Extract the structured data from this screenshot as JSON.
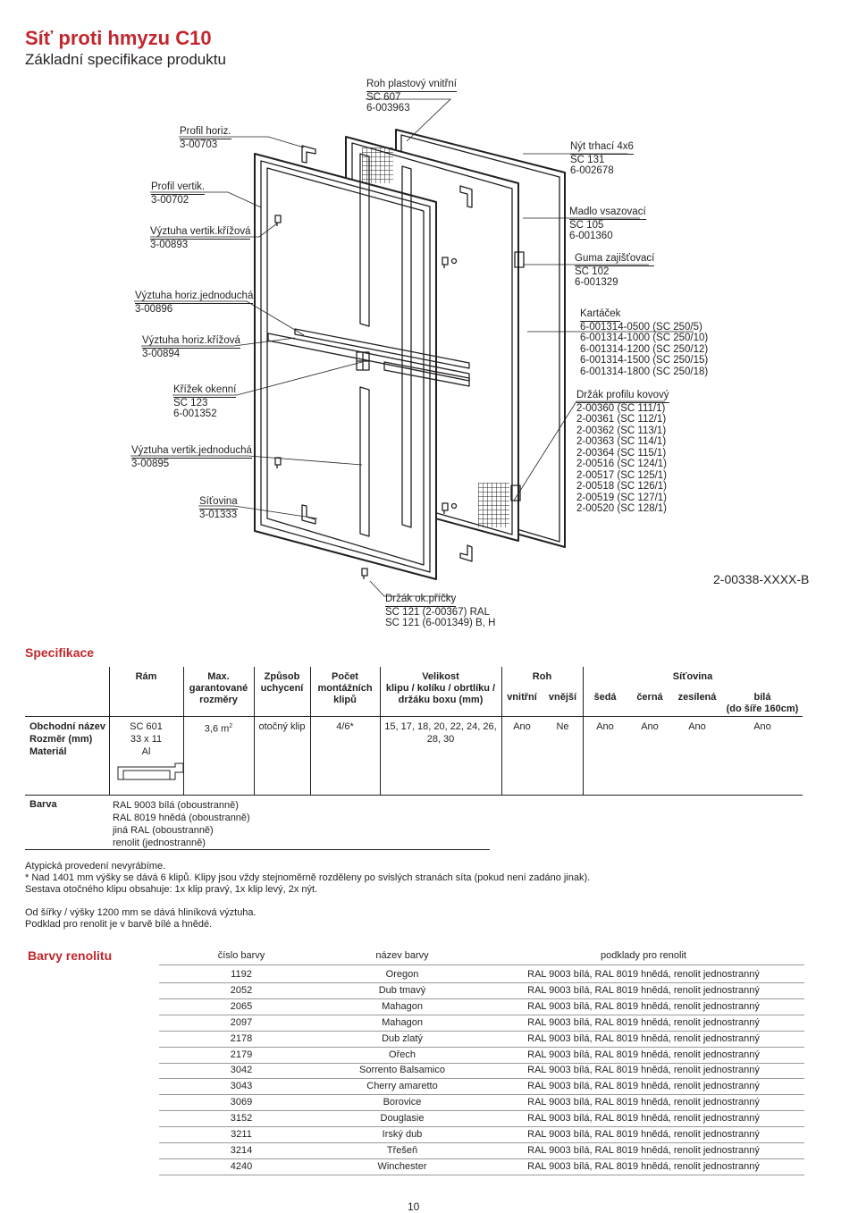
{
  "title": "Síť proti hmyzu C10",
  "subtitle": "Základní specifikace produktu",
  "diagram": {
    "callouts": [
      {
        "lines": [
          "Roh plastový vnitřní",
          "SC 607",
          "6-003963"
        ]
      },
      {
        "lines": [
          "Profil  horiz.",
          "3-00703"
        ]
      },
      {
        "lines": [
          "Profil vertik.",
          "3-00702"
        ]
      },
      {
        "lines": [
          "Výztuha vertik.křížová",
          "3-00893"
        ]
      },
      {
        "lines": [
          "Výztuha horiz.jednoduchá",
          "3-00896"
        ]
      },
      {
        "lines": [
          "Výztuha horiz.křížová",
          "3-00894"
        ]
      },
      {
        "lines": [
          "Křížek okenní",
          "SC 123",
          "6-001352"
        ]
      },
      {
        "lines": [
          "Výztuha vertik.jednoduchá",
          "3-00895"
        ]
      },
      {
        "lines": [
          "Síťovina",
          "3-01333"
        ]
      },
      {
        "lines": [
          "Nýt trhací 4x6",
          "SC 131",
          "6-002678"
        ]
      },
      {
        "lines": [
          "Madlo vsazovací",
          "SC 105",
          "6-001360"
        ]
      },
      {
        "lines": [
          "Guma zajišťovací",
          "SC 102",
          "6-001329"
        ]
      },
      {
        "lines": [
          "Kartáček",
          "6-001314-0500 (SC 250/5)",
          "6-001314-1000 (SC 250/10)",
          "6-001314-1200 (SC 250/12)",
          "6-001314-1500 (SC 250/15)",
          "6-001314-1800 (SC 250/18)"
        ]
      },
      {
        "lines": [
          "Držák profilu kovový",
          "2-00360 (SC 111/1)",
          "2-00361 (SC 112/1)",
          "2-00362 (SC 113/1)",
          "2-00363 (SC 114/1)",
          "2-00364 (SC 115/1)",
          "2-00516 (SC 124/1)",
          "2-00517 (SC 125/1)",
          "2-00518 (SC 126/1)",
          "2-00519 (SC 127/1)",
          "2-00520 (SC 128/1)"
        ]
      },
      {
        "lines": [
          "Držák ok.příčky",
          "SC 121 (2-00367) RAL",
          "SC 121 (6-001349) B, H"
        ]
      }
    ],
    "part_number": "2-00338-XXXX-B"
  },
  "spec": {
    "section_title": "Specifikace",
    "headers": {
      "ram": "Rám",
      "max": [
        "Max.",
        "garantované",
        "rozměry"
      ],
      "zpusob": [
        "Způsob",
        "uchycení"
      ],
      "pocet": [
        "Počet",
        "montážních",
        "klipů"
      ],
      "velikost": [
        "Velikost",
        "klipu / kolíku / obrtlíku /",
        "držáku boxu (mm)"
      ],
      "roh": "Roh",
      "roh_vnitrni": "vnitřní",
      "roh_vnejsi": "vnější",
      "sitovina": "Síťovina",
      "sit_seda": "šedá",
      "sit_cerna": "černá",
      "sit_zesilena": "zesílená",
      "sit_bila": [
        "bílá",
        "(do šíře 160cm)"
      ]
    },
    "row_labels": [
      "Obchodní název",
      "Rozměr (mm)",
      "Materiál"
    ],
    "ram_values": [
      "SC 601",
      "33 x 11",
      "Al"
    ],
    "max_value": "3,6 m",
    "max_sup": "2",
    "zpusob_value": "otočný klip",
    "pocet_value": "4/6*",
    "velikost_value": [
      "15, 17, 18, 20, 22, 24, 26,",
      "28, 30"
    ],
    "roh_values": [
      "Ano",
      "Ne"
    ],
    "sit_values": [
      "Ano",
      "Ano",
      "Ano",
      "Ano"
    ]
  },
  "barva": {
    "label": "Barva",
    "lines": [
      "RAL 9003 bílá (oboustranně)",
      "RAL 8019 hnědá (oboustranně)",
      "jiná RAL (oboustranně)",
      "renolit (jednostranně)"
    ]
  },
  "notes": [
    "Atypická provedení nevyrábíme.",
    "* Nad 1401 mm výšky se dává 6 klipů. Klipy jsou vždy stejnoměrně rozděleny po svislých stranách síta (pokud není zadáno jinak).",
    "Sestava otočného klipu obsahuje: 1x klip pravý, 1x klip levý, 2x nýt.",
    "",
    "Od šířky / výšky 1200 mm se dává hliníková výztuha.",
    "Podklad pro renolit je v barvě bílé a hnědé."
  ],
  "renolit": {
    "section_title": "Barvy renolitu",
    "headers": [
      "číslo barvy",
      "název barvy",
      "podklady pro renolit"
    ],
    "rows": [
      [
        "1192",
        "Oregon",
        "RAL 9003 bílá, RAL 8019 hnědá, renolit jednostranný"
      ],
      [
        "2052",
        "Dub tmavý",
        "RAL 9003 bílá, RAL 8019 hnědá, renolit jednostranný"
      ],
      [
        "2065",
        "Mahagon",
        "RAL 9003 bílá, RAL 8019 hnědá, renolit jednostranný"
      ],
      [
        "2097",
        "Mahagon",
        "RAL 9003 bílá, RAL 8019 hnědá, renolit jednostranný"
      ],
      [
        "2178",
        "Dub zlatý",
        "RAL 9003 bílá, RAL 8019 hnědá, renolit jednostranný"
      ],
      [
        "2179",
        "Ořech",
        "RAL 9003 bílá, RAL 8019 hnědá, renolit jednostranný"
      ],
      [
        "3042",
        "Sorrento Balsamico",
        "RAL 9003 bílá, RAL 8019 hnědá, renolit jednostranný"
      ],
      [
        "3043",
        "Cherry amaretto",
        "RAL 9003 bílá, RAL 8019 hnědá, renolit jednostranný"
      ],
      [
        "3069",
        "Borovice",
        "RAL 9003 bílá, RAL 8019 hnědá, renolit jednostranný"
      ],
      [
        "3152",
        "Douglasie",
        "RAL 9003 bílá, RAL 8019 hnědá, renolit jednostranný"
      ],
      [
        "3211",
        "Irský dub",
        "RAL 9003 bílá, RAL 8019 hnědá, renolit jednostranný"
      ],
      [
        "3214",
        "Třešeň",
        "RAL 9003 bílá, RAL 8019 hnědá, renolit jednostranný"
      ],
      [
        "4240",
        "Winchester",
        "RAL 9003 bílá, RAL 8019 hnědá, renolit jednostranný"
      ]
    ]
  },
  "page_number": "10",
  "colors": {
    "accent": "#c1272d",
    "text": "#231f20"
  }
}
